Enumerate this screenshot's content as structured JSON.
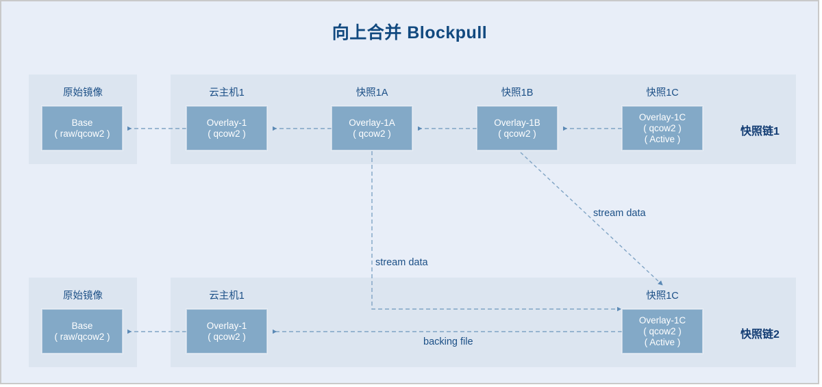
{
  "page": {
    "title": "向上合并 Blockpull",
    "background": "#e8eef8",
    "band_color": "#dce5f0",
    "node_color": "#83a9c7",
    "accent_text": "#11497f"
  },
  "chain1": {
    "label": "快照链1",
    "groups": [
      {
        "caption": "原始镜像",
        "node": {
          "name": "Base",
          "lines": [
            "Base",
            "( raw/qcow2 )"
          ]
        }
      },
      {
        "caption": "云主机1",
        "node": {
          "name": "Overlay-1",
          "lines": [
            "Overlay-1",
            "( qcow2 )"
          ]
        }
      },
      {
        "caption": "快照1A",
        "node": {
          "name": "Overlay-1A",
          "lines": [
            "Overlay-1A",
            "( qcow2 )"
          ]
        }
      },
      {
        "caption": "快照1B",
        "node": {
          "name": "Overlay-1B",
          "lines": [
            "Overlay-1B",
            "( qcow2 )"
          ]
        }
      },
      {
        "caption": "快照1C",
        "node": {
          "name": "Overlay-1C",
          "lines": [
            "Overlay-1C",
            "( qcow2 )",
            "( Active )"
          ]
        }
      }
    ]
  },
  "chain2": {
    "label": "快照链2",
    "groups": [
      {
        "caption": "原始镜像",
        "node": {
          "name": "Base",
          "lines": [
            "Base",
            "( raw/qcow2 )"
          ]
        }
      },
      {
        "caption": "云主机1",
        "node": {
          "name": "Overlay-1",
          "lines": [
            "Overlay-1",
            "( qcow2 )"
          ]
        }
      },
      {
        "caption": "快照1C",
        "node": {
          "name": "Overlay-1C",
          "lines": [
            "Overlay-1C",
            "( qcow2 )",
            "( Active )"
          ]
        }
      }
    ]
  },
  "edges": {
    "stream_data_vertical": "stream data",
    "stream_data_diagonal": "stream data",
    "backing_file": "backing file"
  }
}
